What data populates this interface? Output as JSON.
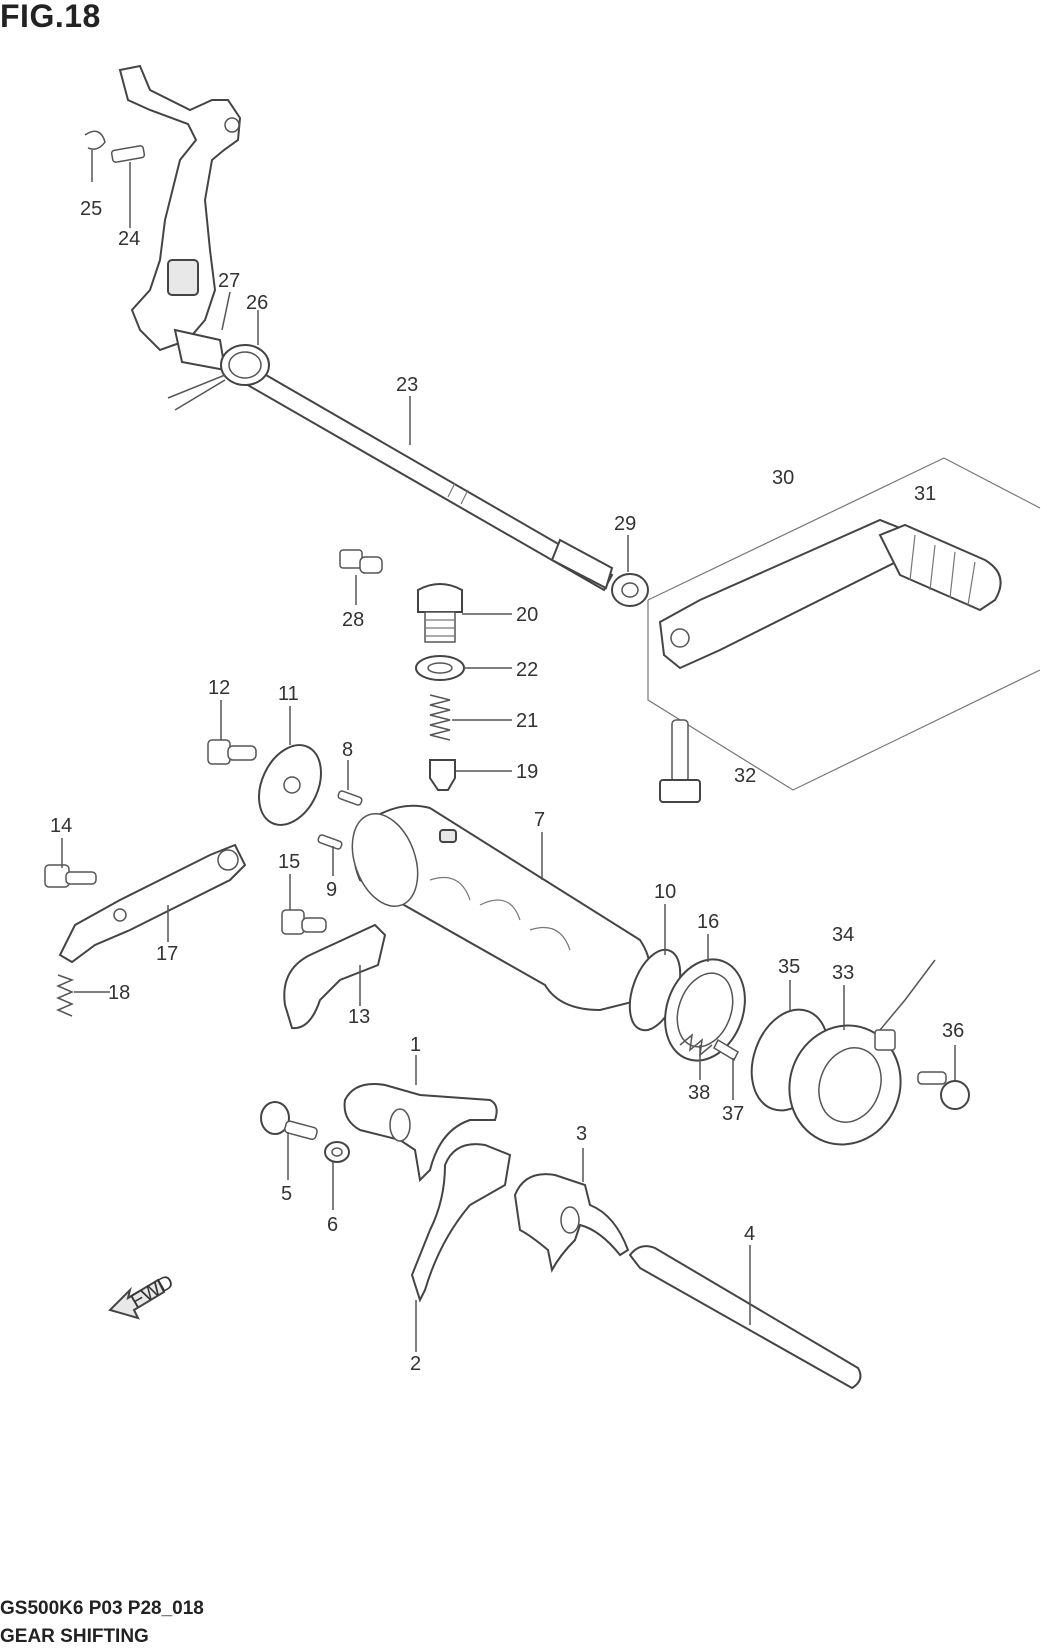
{
  "figure": {
    "title": "FIG.18",
    "code": "GS500K6 P03 P28_018",
    "caption": "GEAR SHIFTING"
  },
  "fwd_label": "FWD",
  "callouts": {
    "c1": "1",
    "c2": "2",
    "c3": "3",
    "c4": "4",
    "c5": "5",
    "c6": "6",
    "c7": "7",
    "c8": "8",
    "c9": "9",
    "c10": "10",
    "c11": "11",
    "c12": "12",
    "c13": "13",
    "c14": "14",
    "c15": "15",
    "c16": "16",
    "c17": "17",
    "c18": "18",
    "c19": "19",
    "c20": "20",
    "c21": "21",
    "c22": "22",
    "c23": "23",
    "c24": "24",
    "c25": "25",
    "c26": "26",
    "c27": "27",
    "c28": "28",
    "c29": "29",
    "c30": "30",
    "c31": "31",
    "c32": "32",
    "c33": "33",
    "c34": "34",
    "c35": "35",
    "c36": "36",
    "c37": "37",
    "c38": "38"
  },
  "colors": {
    "line": "#444444",
    "text": "#333333",
    "background": "#ffffff"
  }
}
